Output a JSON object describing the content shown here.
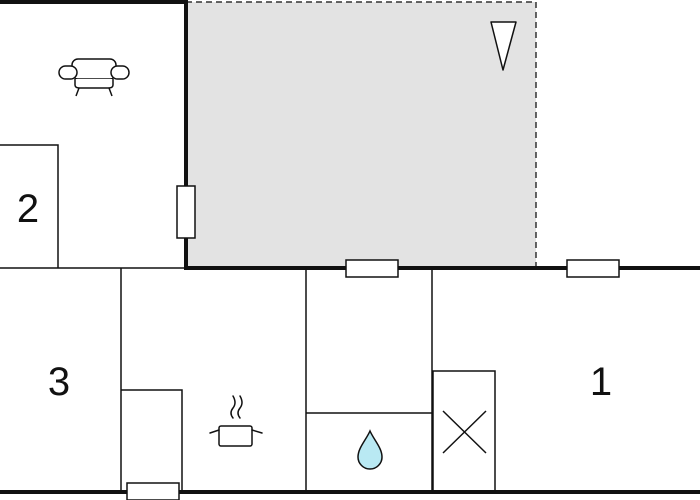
{
  "floorplan": {
    "rooms": [
      {
        "id": "room-1",
        "label": "1"
      },
      {
        "id": "room-2",
        "label": "2"
      },
      {
        "id": "room-3",
        "label": "3"
      }
    ],
    "icons": [
      {
        "name": "sofa-icon",
        "meaning": "living room"
      },
      {
        "name": "cooking-pot-icon",
        "meaning": "kitchen"
      },
      {
        "name": "water-drop-icon",
        "meaning": "bathroom"
      },
      {
        "name": "north-arrow-icon",
        "meaning": "orientation"
      }
    ],
    "colors": {
      "wall": "#111111",
      "terrace": "#e3e3e3",
      "water": "#b9e9f3",
      "background": "#ffffff"
    }
  }
}
